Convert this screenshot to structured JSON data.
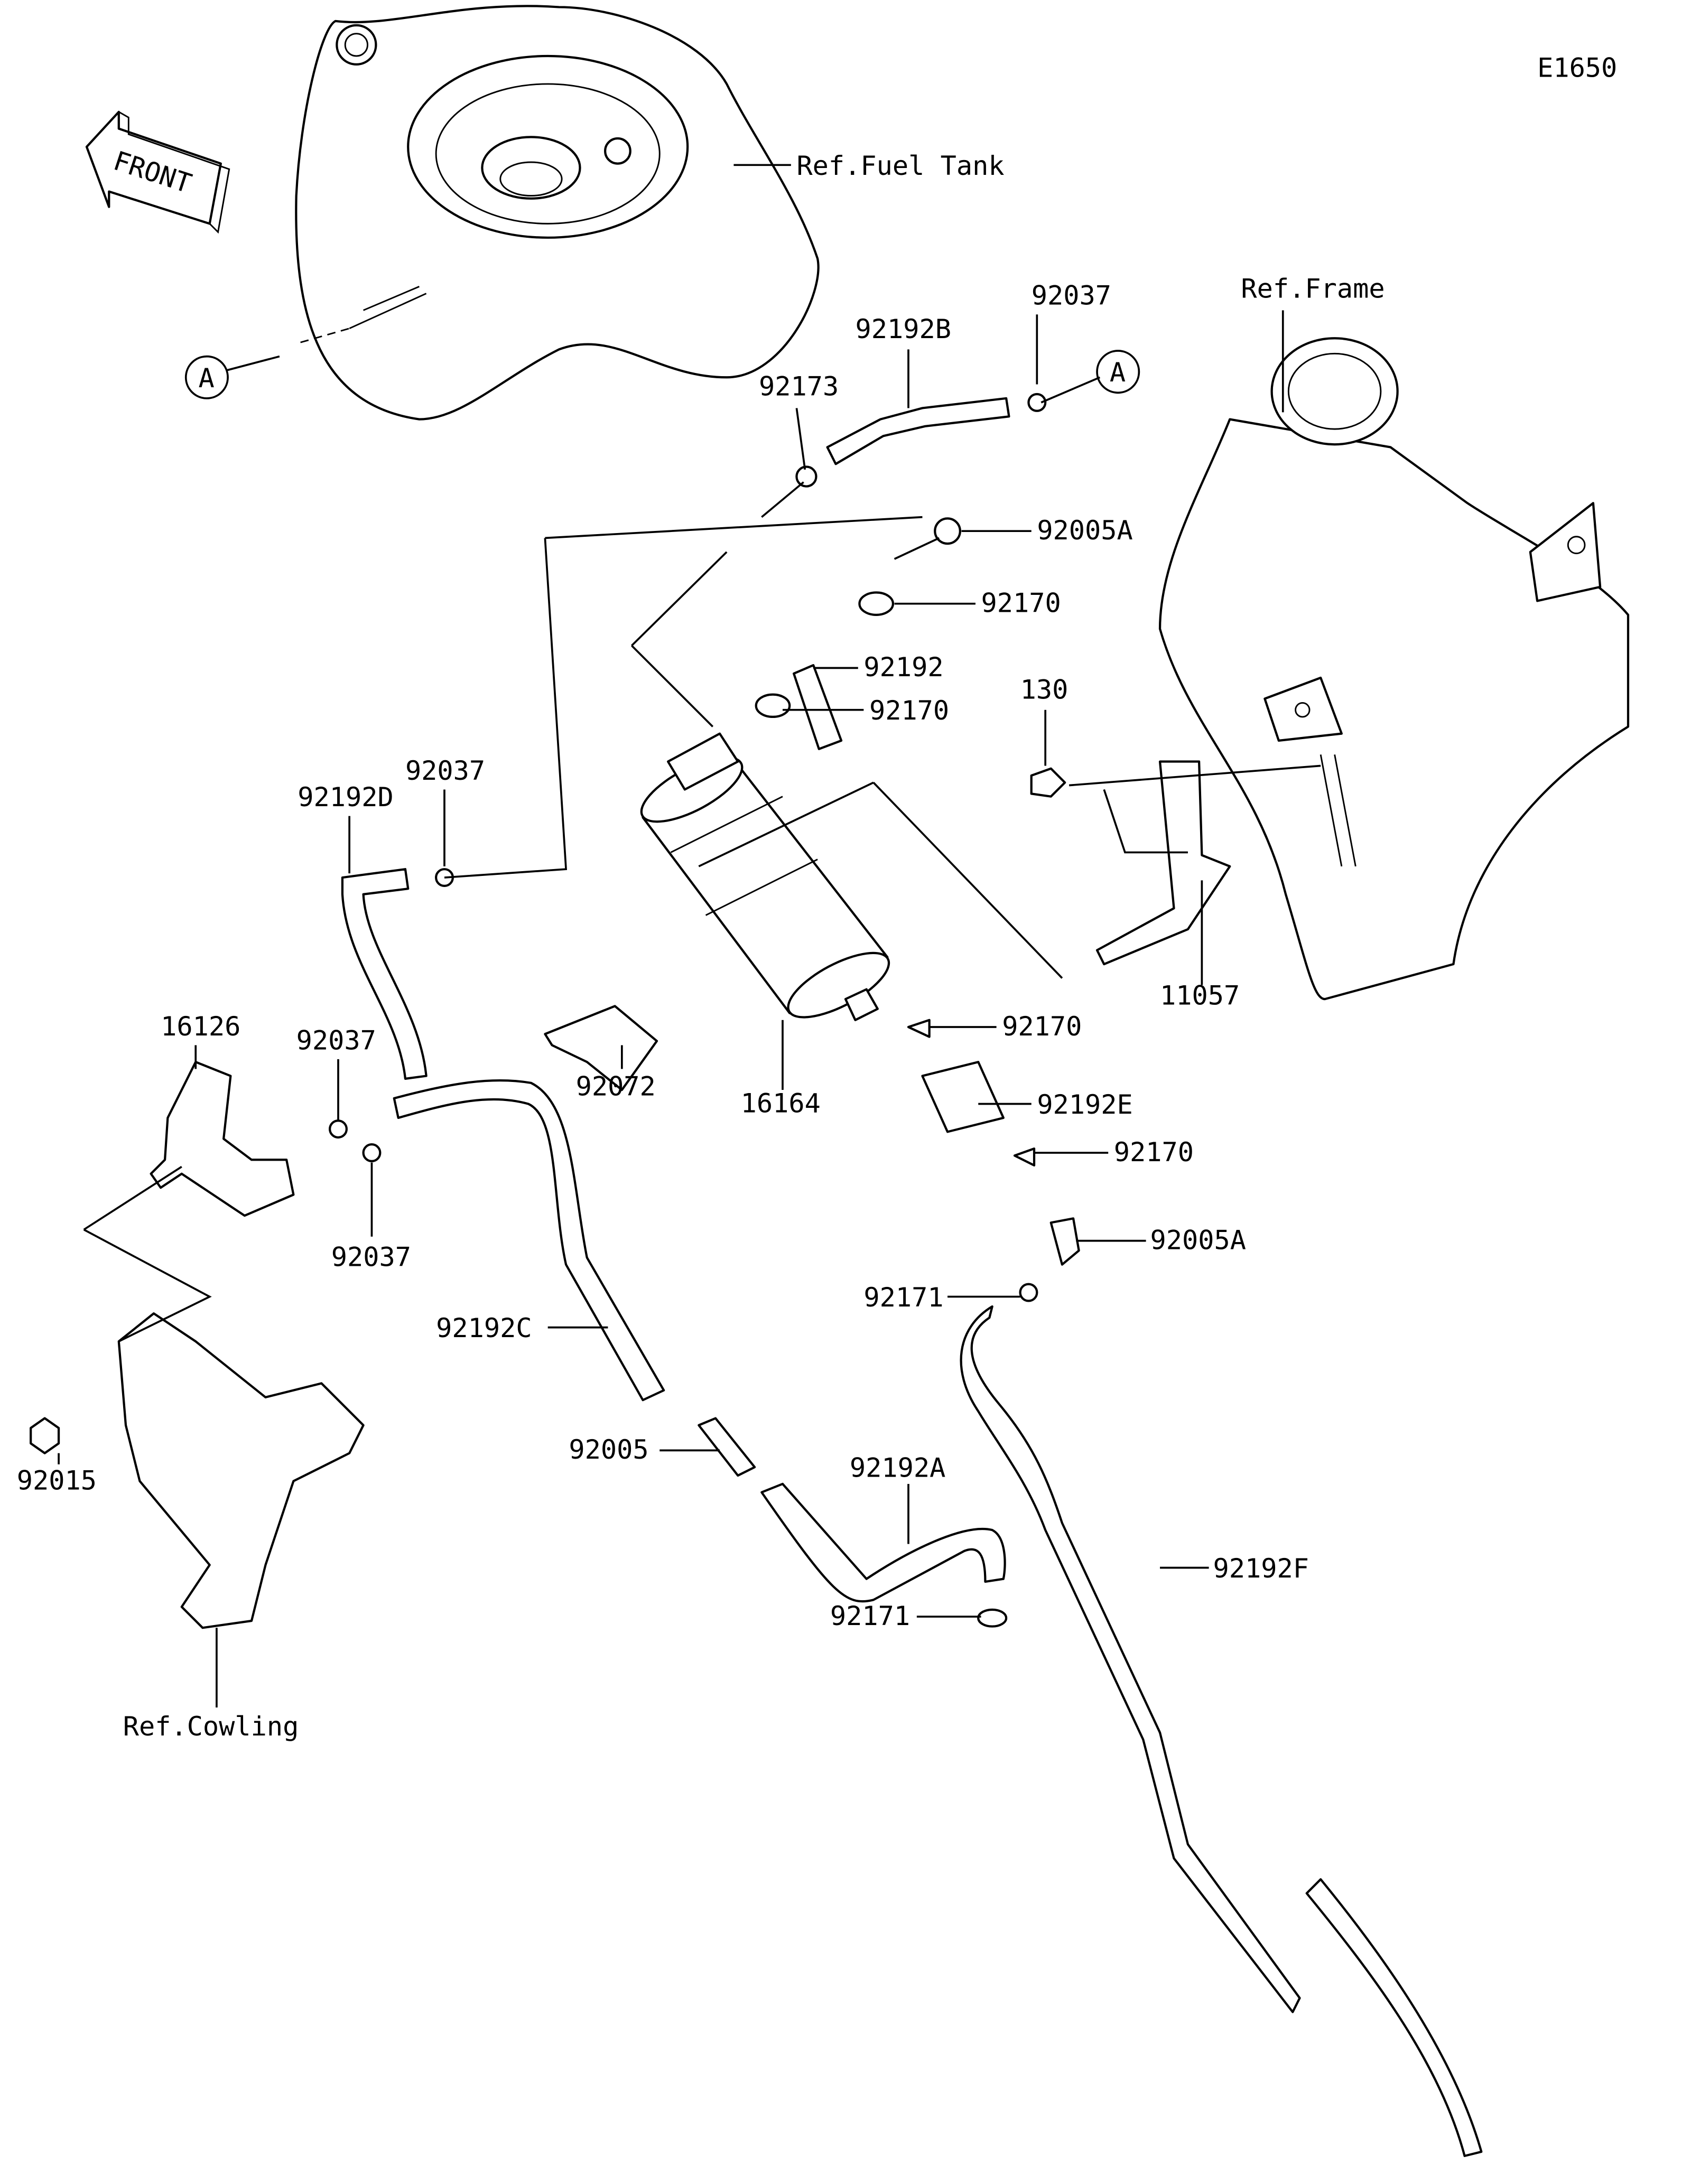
{
  "diagram_code": "E1650",
  "front_arrow": "FRONT",
  "refs": {
    "fuel_tank": "Ref.Fuel Tank",
    "frame": "Ref.Frame",
    "cowling": "Ref.Cowling"
  },
  "connector_marks": [
    "A",
    "A"
  ],
  "parts": {
    "p92037_top": "92037",
    "p92192B": "92192B",
    "p92173": "92173",
    "p92005A_top": "92005A",
    "p92170_a": "92170",
    "p92192": "92192",
    "p92170_b": "92170",
    "p130": "130",
    "p92192D": "92192D",
    "p92037_mid": "92037",
    "p16126": "16126",
    "p92037_left": "92037",
    "p92072": "92072",
    "p16164": "16164",
    "p11057": "11057",
    "p92170_c": "92170",
    "p92192E": "92192E",
    "p92170_d": "92170",
    "p92037_low": "92037",
    "p92005A_low": "92005A",
    "p92171_a": "92171",
    "p92192C": "92192C",
    "p92005": "92005",
    "p92192A": "92192A",
    "p92015": "92015",
    "p92192F": "92192F",
    "p92171_b": "92171"
  }
}
